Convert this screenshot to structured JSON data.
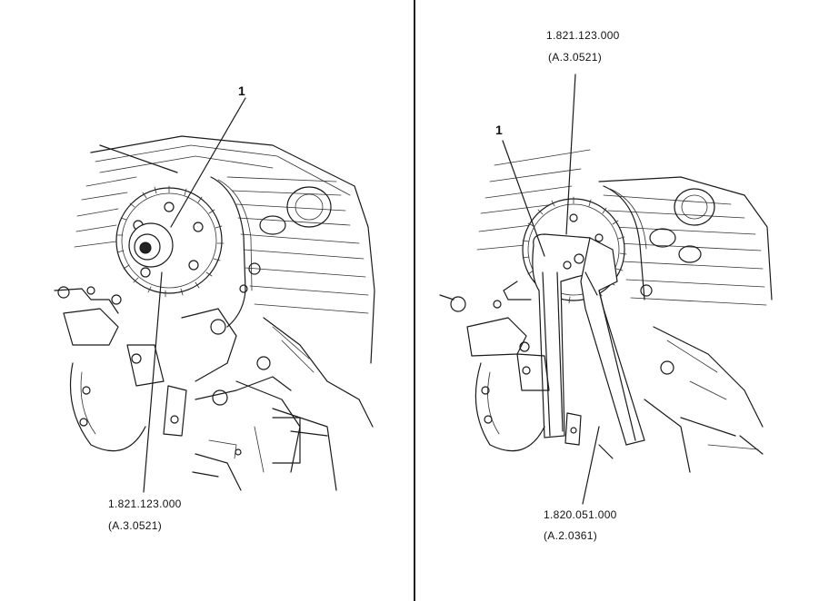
{
  "left_panel": {
    "callout_number": "1",
    "tool_part_number": "1.821.123.000",
    "tool_reference": "(A.3.0521)"
  },
  "right_panel": {
    "top_tool_part_number": "1.821.123.000",
    "top_tool_reference": "(A.3.0521)",
    "callout_number": "1",
    "bottom_tool_part_number": "1.820.051.000",
    "bottom_tool_reference": "(A.2.0361)"
  }
}
